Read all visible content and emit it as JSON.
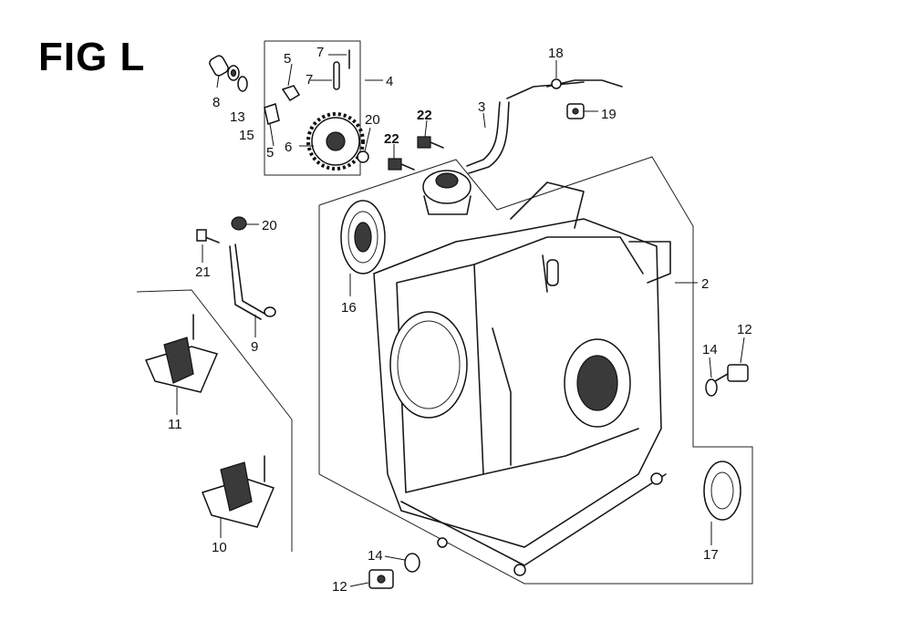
{
  "figure": {
    "title": "FIG L"
  },
  "callouts": [
    {
      "id": "c8",
      "text": "8"
    },
    {
      "id": "c13",
      "text": "13"
    },
    {
      "id": "c15",
      "text": "15"
    },
    {
      "id": "c5a",
      "text": "5"
    },
    {
      "id": "c5b",
      "text": "5"
    },
    {
      "id": "c7a",
      "text": "7"
    },
    {
      "id": "c7b",
      "text": "7"
    },
    {
      "id": "c4",
      "text": "4"
    },
    {
      "id": "c6",
      "text": "6"
    },
    {
      "id": "c20a",
      "text": "20"
    },
    {
      "id": "c22a",
      "text": "22"
    },
    {
      "id": "c22b",
      "text": "22"
    },
    {
      "id": "c3",
      "text": "3"
    },
    {
      "id": "c18",
      "text": "18"
    },
    {
      "id": "c19",
      "text": "19"
    },
    {
      "id": "c20b",
      "text": "20"
    },
    {
      "id": "c21",
      "text": "21"
    },
    {
      "id": "c9",
      "text": "9"
    },
    {
      "id": "c16",
      "text": "16"
    },
    {
      "id": "c2",
      "text": "2"
    },
    {
      "id": "c12a",
      "text": "12"
    },
    {
      "id": "c14a",
      "text": "14"
    },
    {
      "id": "c11",
      "text": "11"
    },
    {
      "id": "c10",
      "text": "10"
    },
    {
      "id": "c17",
      "text": "17"
    },
    {
      "id": "c14b",
      "text": "14"
    },
    {
      "id": "c12b",
      "text": "12"
    }
  ]
}
